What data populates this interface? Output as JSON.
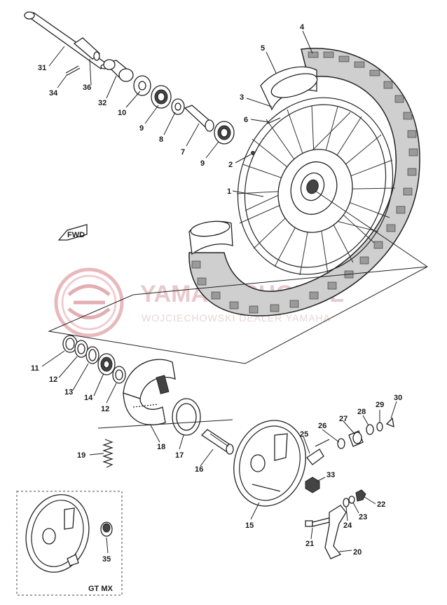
{
  "watermark": {
    "brand": "YAMAHASHOP.PL",
    "subtitle": "WOJCIECHOWSKI DEALER YAMAHA",
    "brand_color": "#d98a8f"
  },
  "diagram": {
    "fwd_label": "FWD",
    "inset_label": "GT MX",
    "callouts": {
      "c1": "1",
      "c2": "2",
      "c3": "3",
      "c4": "4",
      "c5": "5",
      "c6": "6",
      "c7": "7",
      "c8": "8",
      "c9a": "9",
      "c9b": "9",
      "c10": "10",
      "c11": "11",
      "c12a": "12",
      "c12b": "12",
      "c13": "13",
      "c14": "14",
      "c15": "15",
      "c16": "16",
      "c17": "17",
      "c18": "18",
      "c19": "19",
      "c20": "20",
      "c21": "21",
      "c22": "22",
      "c23": "23",
      "c24": "24",
      "c25": "25",
      "c26": "26",
      "c27": "27",
      "c28": "28",
      "c29": "29",
      "c30": "30",
      "c31": "31",
      "c32": "32",
      "c33": "33",
      "c34": "34",
      "c35": "35",
      "c36": "36"
    }
  }
}
